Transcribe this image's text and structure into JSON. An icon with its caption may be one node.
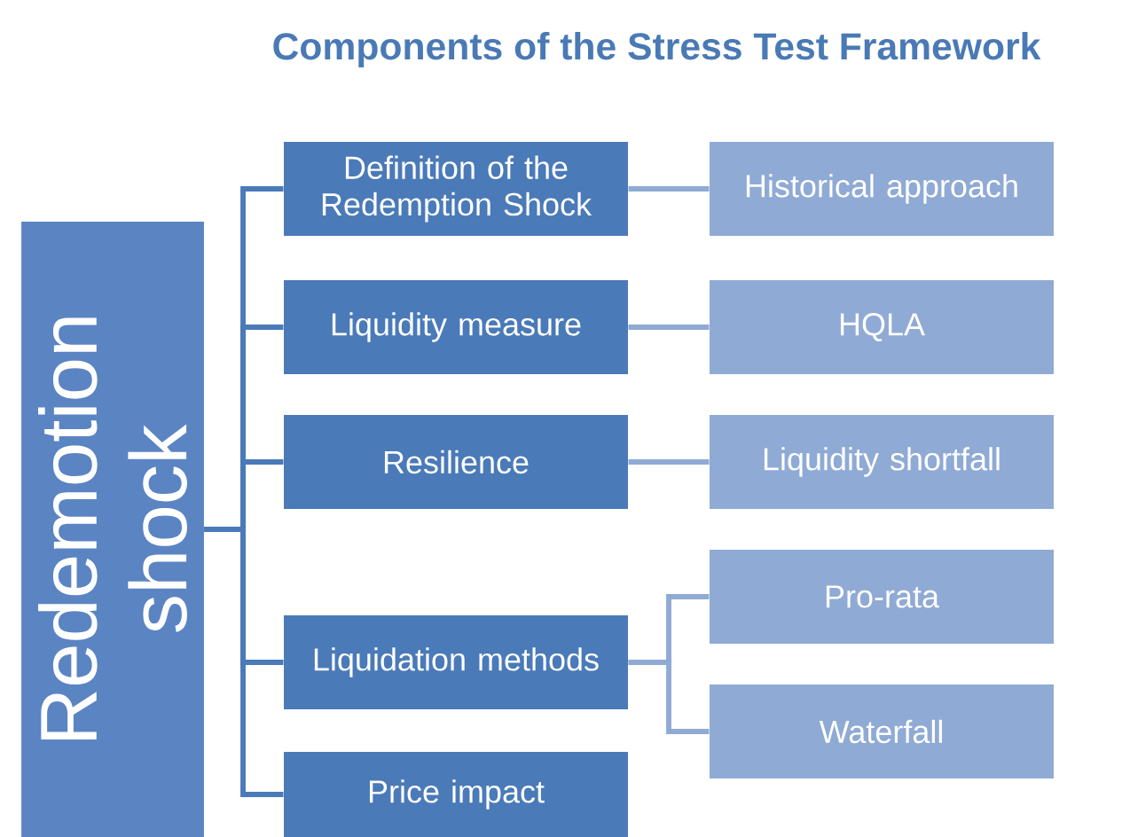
{
  "diagram": {
    "title": "Components of the Stress Test Framework",
    "nodes": [
      {
        "text": [
          "Redemotion shock"
        ]
      },
      {
        "text": [
          "Definition of the Redemption Shock"
        ]
      },
      {
        "text": [
          "Liquidity measure"
        ]
      },
      {
        "text": [
          "Resilience"
        ]
      },
      {
        "text": [
          "Liquidation methods"
        ]
      },
      {
        "text": [
          "Price impact"
        ]
      },
      {
        "text": [
          "Historical approach"
        ]
      },
      {
        "text": [
          "HQLA"
        ]
      },
      {
        "text": [
          "Liquidity shortfall"
        ]
      },
      {
        "text": [
          "Pro-rata"
        ]
      },
      {
        "text": [
          "Waterfall"
        ]
      }
    ],
    "edges": [
      {
        "from": 0,
        "to": 1,
        "arrow": "none"
      },
      {
        "from": 0,
        "to": 2,
        "arrow": "none"
      },
      {
        "from": 0,
        "to": 3,
        "arrow": "none"
      },
      {
        "from": 0,
        "to": 4,
        "arrow": "none"
      },
      {
        "from": 0,
        "to": 5,
        "arrow": "none"
      },
      {
        "from": 1,
        "to": 6,
        "arrow": "none",
        "color": "#8faad4"
      },
      {
        "from": 2,
        "to": 7,
        "arrow": "none",
        "color": "#8faad4"
      },
      {
        "from": 3,
        "to": 8,
        "arrow": "none",
        "color": "#8faad4"
      },
      {
        "from": 4,
        "to": 9,
        "arrow": "none",
        "color": "#8faad4"
      },
      {
        "from": 4,
        "to": 10,
        "arrow": "none",
        "color": "#8faad4"
      }
    ]
  }
}
